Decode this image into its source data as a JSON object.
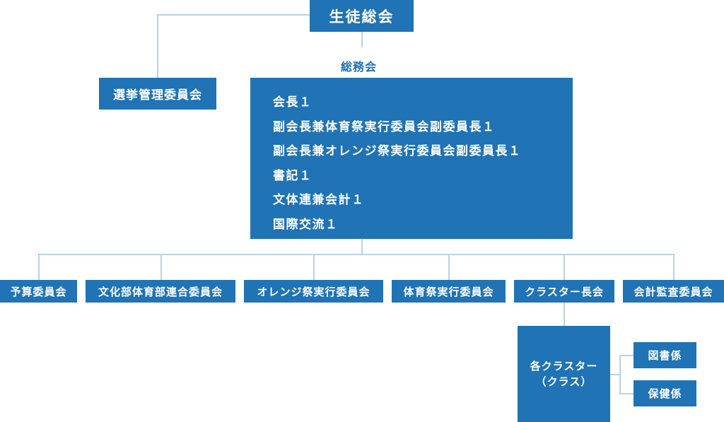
{
  "general_assembly": "生徒総会",
  "election_committee": "選挙管理委員会",
  "board": {
    "label": "総務会",
    "members": [
      "会長１",
      "副会長兼体育祭実行委員会副委員長１",
      "副会長兼オレンジ祭実行委員会副委員長１",
      "書記１",
      "文体連兼会計１",
      "国際交流１"
    ]
  },
  "committees": [
    "予算委員会",
    "文化部体育部連合委員会",
    "オレンジ祭実行委員会",
    "体育祭実行委員会",
    "クラスター長会",
    "会計監査委員会"
  ],
  "cluster": {
    "line1": "各クラスター",
    "line2": "（クラス）"
  },
  "cluster_roles": [
    "図書係",
    "保健係"
  ],
  "colors": {
    "box": "#2073b4",
    "connector": "#b9d2e6",
    "text": "#ffffff"
  }
}
